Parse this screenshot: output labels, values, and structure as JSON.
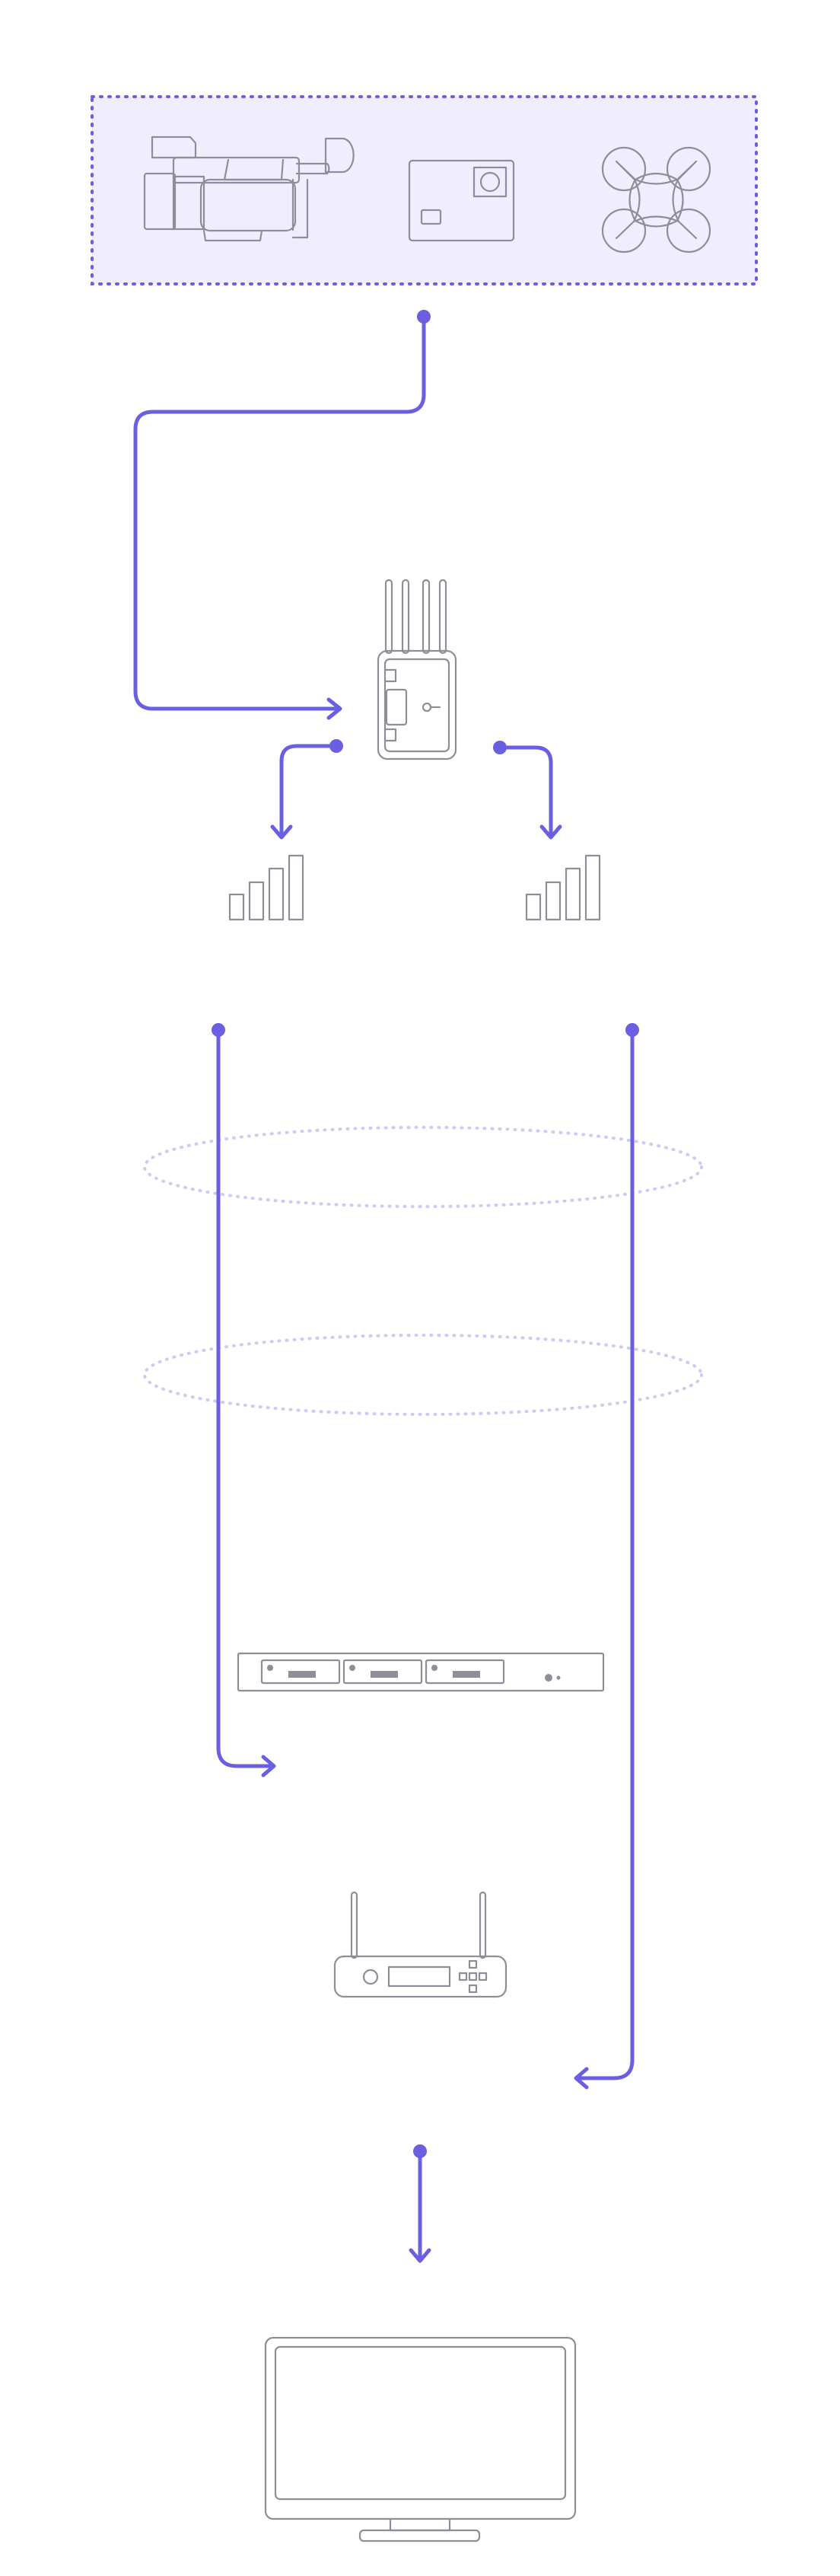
{
  "diagram": {
    "colors": {
      "accent": "#6a5fe0",
      "source_box_fill": "#f0eefc",
      "device_stroke": "#8e8e98",
      "ring_stroke": "#cfc9f5",
      "background": "#ffffff"
    },
    "nodes": [
      {
        "id": "sources",
        "items": [
          "camcorder-icon",
          "action-camera-icon",
          "drone-icon"
        ]
      },
      {
        "id": "transmitter",
        "icon": "bonding-transmitter-icon"
      },
      {
        "id": "cellular-link-a",
        "icon": "signal-bars-icon"
      },
      {
        "id": "cellular-link-b",
        "icon": "signal-bars-icon"
      },
      {
        "id": "network-ring-upper",
        "icon": "dotted-ellipse"
      },
      {
        "id": "network-ring-lower",
        "icon": "dotted-ellipse"
      },
      {
        "id": "rack-server",
        "icon": "rack-server-icon"
      },
      {
        "id": "wireless-receiver",
        "icon": "receiver-icon"
      },
      {
        "id": "display",
        "icon": "monitor-icon"
      }
    ],
    "connections": [
      {
        "from": "sources",
        "to": "transmitter"
      },
      {
        "from": "transmitter",
        "to": "cellular-link-a"
      },
      {
        "from": "transmitter",
        "to": "cellular-link-b"
      },
      {
        "from": "cellular-link-a",
        "to": "rack-server"
      },
      {
        "from": "cellular-link-b",
        "to": "wireless-receiver"
      },
      {
        "from": "wireless-receiver",
        "to": "display"
      }
    ]
  }
}
